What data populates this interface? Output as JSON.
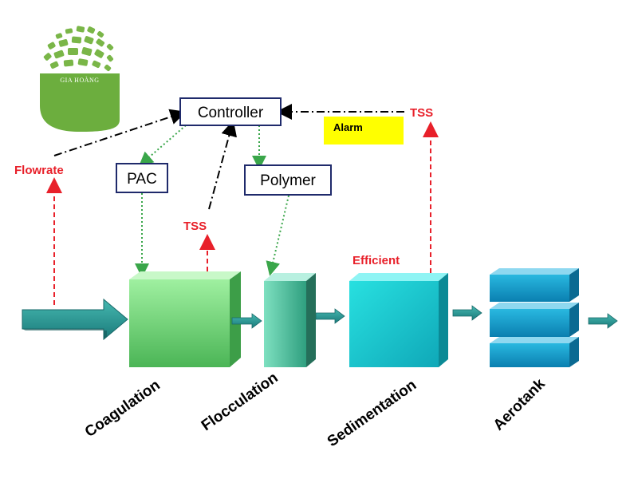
{
  "logo": {
    "text": "GIA HOÀNG",
    "color": "#6cae3e"
  },
  "controls": {
    "controller": "Controller",
    "pac": "PAC",
    "polymer": "Polymer",
    "alarm": "Alarm"
  },
  "signals": {
    "flowrate": "Flowrate",
    "tss_flocculation": "TSS",
    "tss_effluent": "TSS",
    "efficient": "Efficient"
  },
  "stages": [
    "Coagulation",
    "Flocculation",
    "Sedimentation",
    "Aerotank"
  ],
  "colors": {
    "signal_red": "#e8202a",
    "dosing_green": "#3aa64a",
    "control_black": "#000000",
    "controller_border": "#1f2a6b",
    "alarm_bg": "#ffff00",
    "flow_arrow": "#2a8f8f"
  }
}
